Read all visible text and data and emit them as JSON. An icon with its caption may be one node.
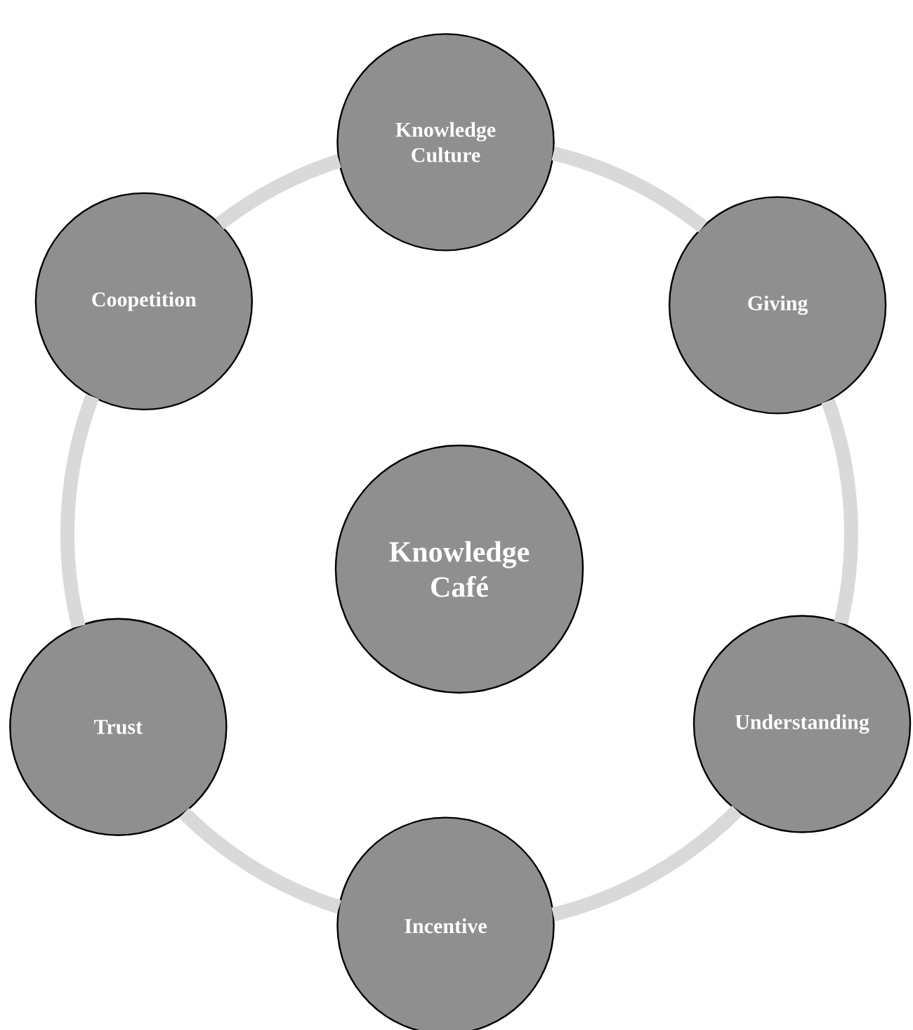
{
  "diagram": {
    "nodes": [
      {
        "text": [
          "Knowledge Culture"
        ]
      },
      {
        "text": [
          "Coopetition"
        ]
      },
      {
        "text": [
          "Giving"
        ]
      },
      {
        "text": [
          "Knowledge Café"
        ]
      },
      {
        "text": [
          "Trust"
        ]
      },
      {
        "text": [
          "Understanding"
        ]
      },
      {
        "text": [
          "Incentive"
        ]
      }
    ],
    "edges": [
      {
        "from": 0,
        "to": 2,
        "arrow": "none"
      },
      {
        "from": 2,
        "to": 5,
        "arrow": "none"
      },
      {
        "from": 5,
        "to": 6,
        "arrow": "none"
      },
      {
        "from": 6,
        "to": 4,
        "arrow": "none"
      },
      {
        "from": 4,
        "to": 1,
        "arrow": "none"
      },
      {
        "from": 1,
        "to": 0,
        "arrow": "none"
      }
    ]
  }
}
